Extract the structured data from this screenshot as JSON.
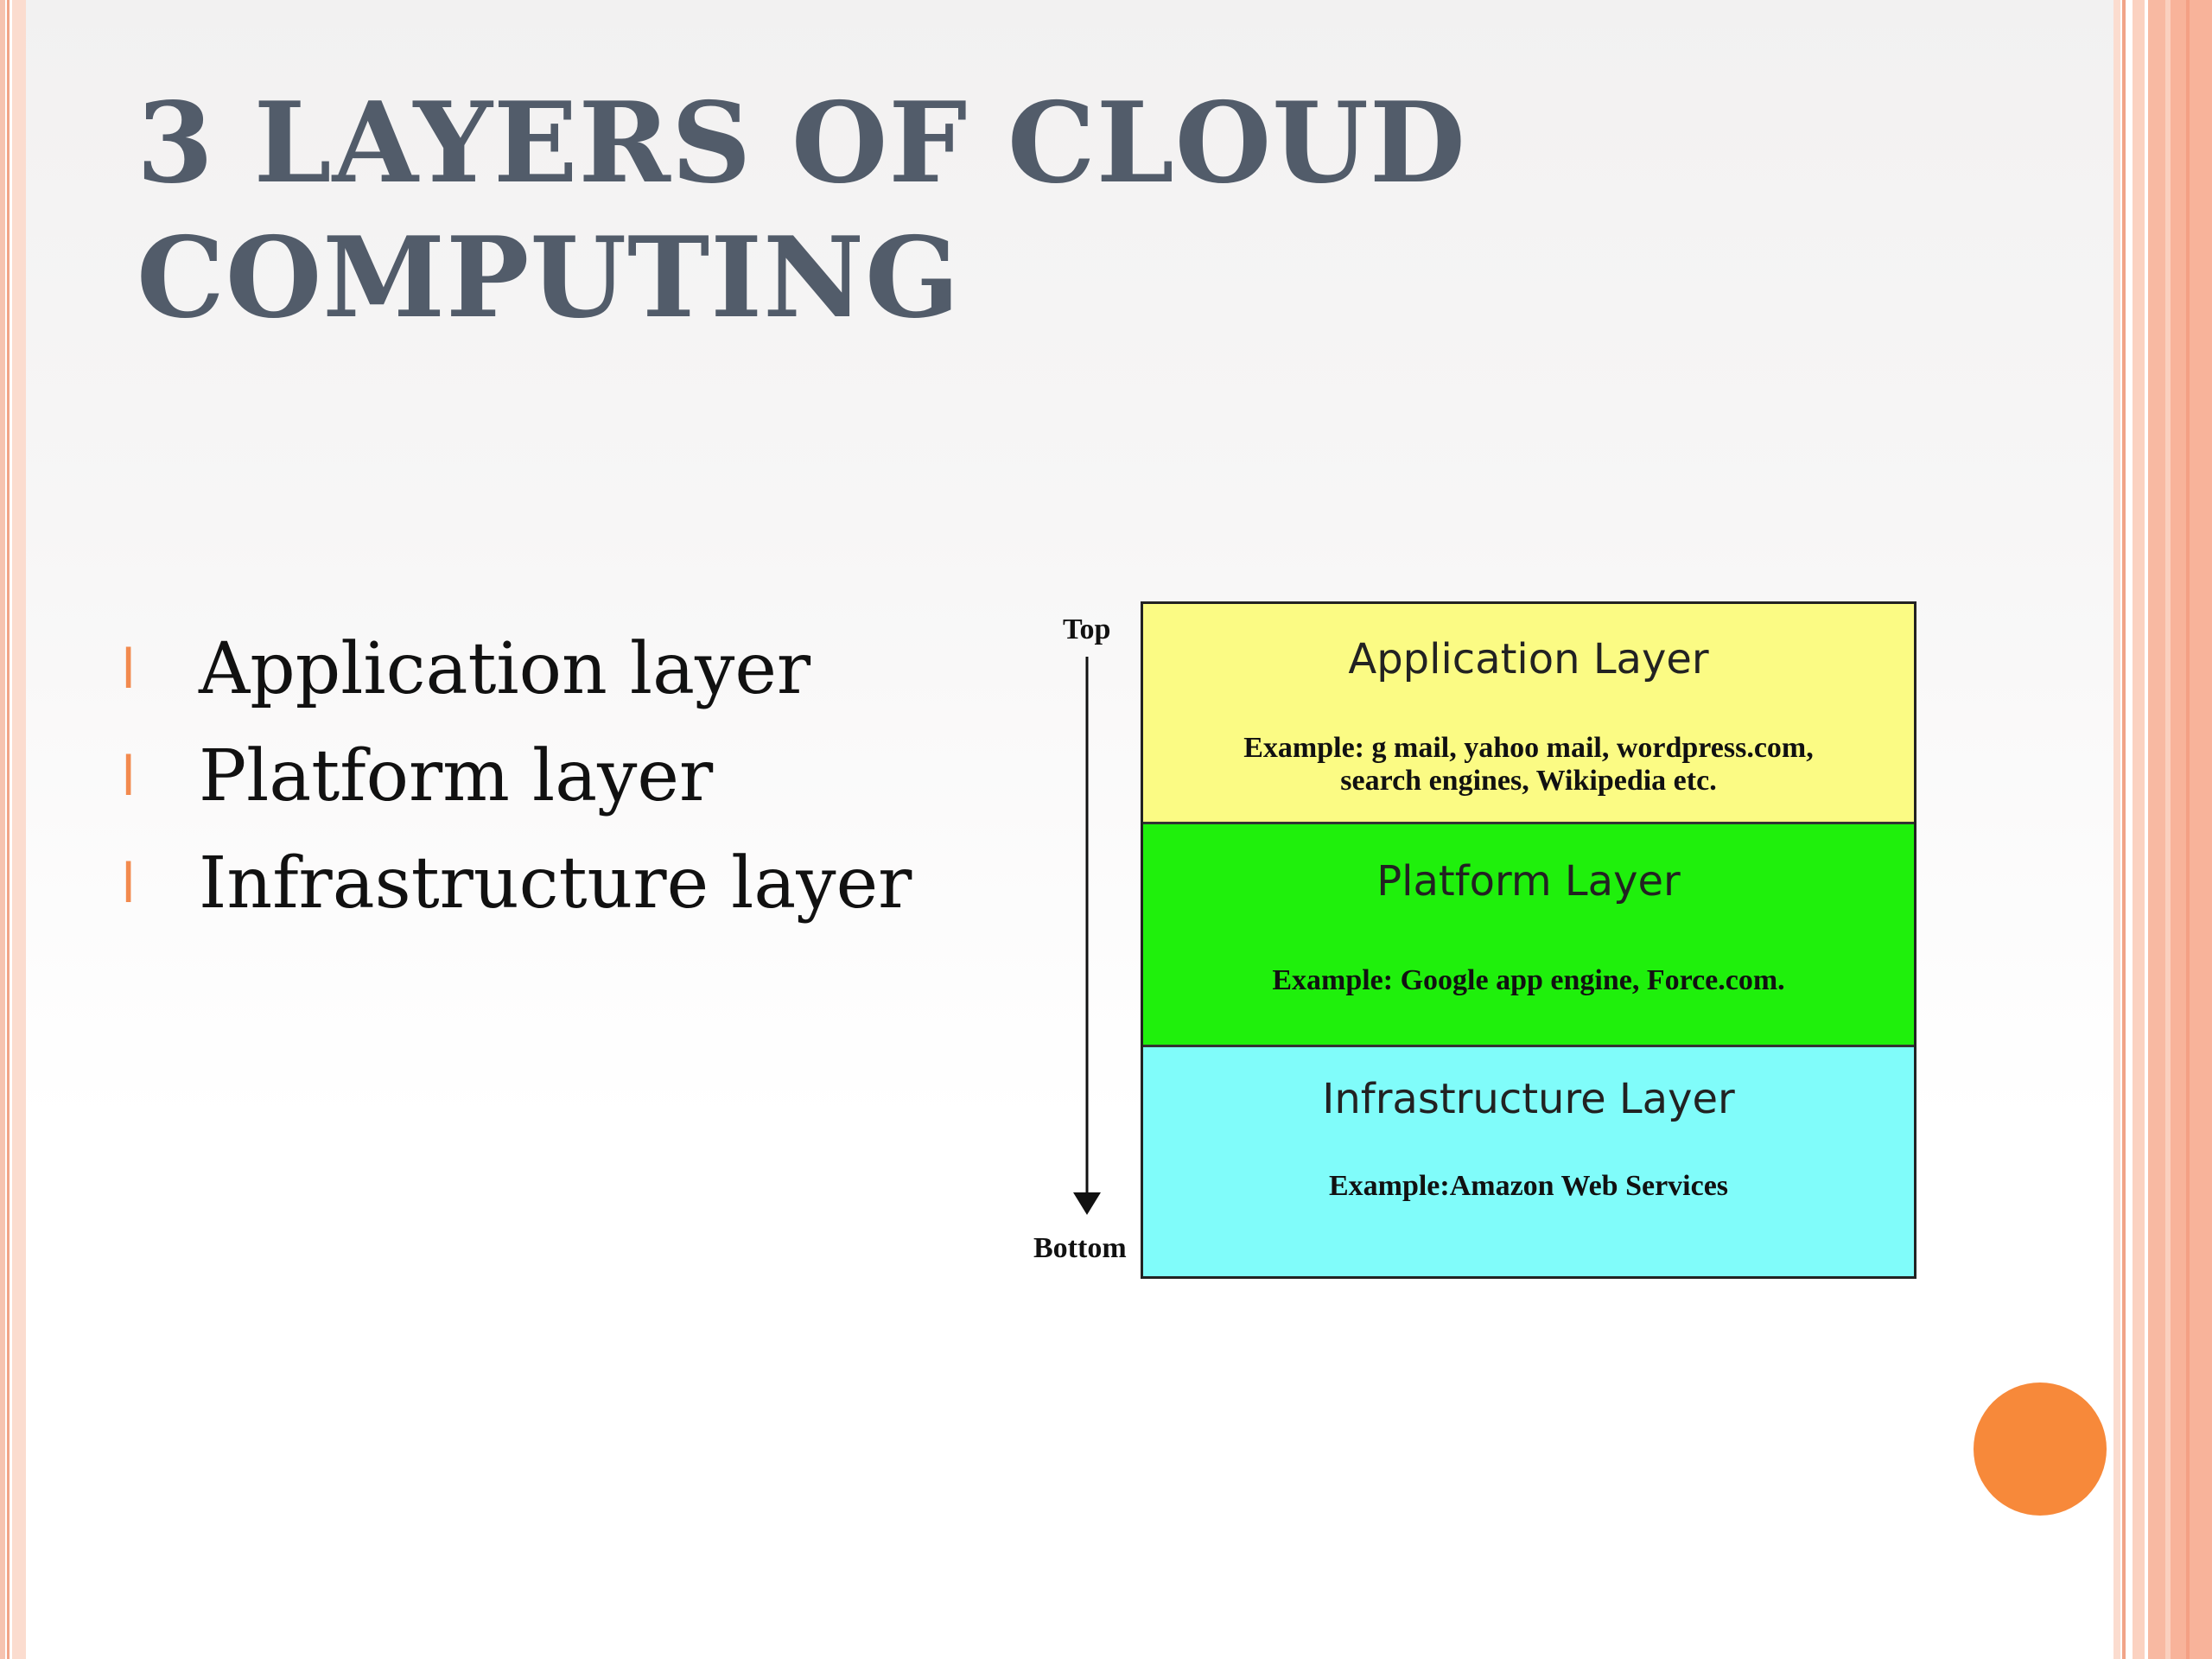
{
  "slide": {
    "title": "3 LAYERS OF CLOUD COMPUTING",
    "bullets": [
      "Application layer",
      "Platform layer",
      "Infrastructure layer"
    ],
    "bullet_symbol": "l"
  },
  "diagram": {
    "axis_top_label": "Top",
    "axis_bottom_label": "Bottom",
    "layers": [
      {
        "name": "Application Layer",
        "example_line1": "Example: g mail, yahoo mail, wordpress.com,",
        "example_line2": "search engines, Wikipedia etc.",
        "color": "#fbfb84"
      },
      {
        "name": "Platform Layer",
        "example_line1": "Example: Google app engine, Force.com.",
        "color": "#1ff00c"
      },
      {
        "name": "Infrastructure Layer",
        "example_line1": "Example:Amazon Web Services",
        "color": "#80fcfa"
      }
    ]
  },
  "colors": {
    "title": "#525c6a",
    "bullet_mark": "#f28a4e",
    "accent_circle": "#f7893a",
    "border": "#f8b39a"
  }
}
